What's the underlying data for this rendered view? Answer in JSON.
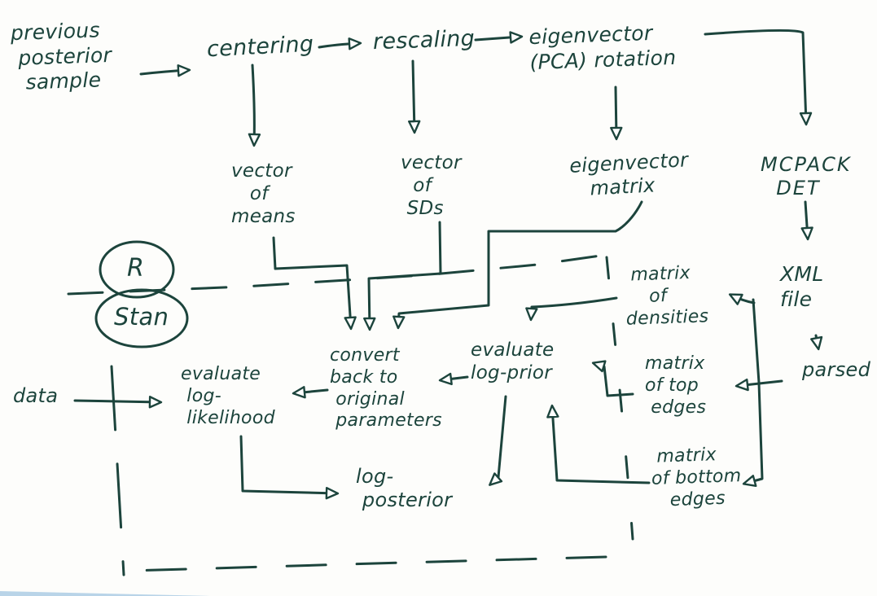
{
  "ink_color": "#1c443c",
  "regions": {
    "top_environment": "R",
    "bottom_environment": "Stan"
  },
  "nodes": {
    "previous_posterior_sample": "previous\n posterior\n  sample",
    "centering": "centering",
    "rescaling": "rescaling",
    "eigenvector_rotation": "eigenvector\n(PCA) rotation",
    "vector_of_means": "vector\n   of\nmeans",
    "vector_of_sds": "vector\n  of\n SDs",
    "eigenvector_matrix": "eigenvector\n   matrix",
    "mcpack_det": "MCPACK\n  DET",
    "r_label": "R",
    "stan_label": "Stan",
    "xml_file": "XML\nfile",
    "matrix_of_densities": " matrix\n    of\ndensities",
    "parsed": "parsed",
    "matrix_of_top_edges": "matrix\nof top\n edges",
    "matrix_of_bottom_edges": " matrix\nof bottom\n   edges",
    "convert_back": "convert\nback to\n original\n parameters",
    "evaluate_log_prior": "evaluate\nlog-prior",
    "evaluate_log_likelihood": "evaluate\n log-\n likelihood",
    "data": "data",
    "log_posterior": "log-\n posterior"
  },
  "edges": [
    {
      "from": "previous posterior sample",
      "to": "centering"
    },
    {
      "from": "centering",
      "to": "rescaling"
    },
    {
      "from": "rescaling",
      "to": "eigenvector (PCA) rotation"
    },
    {
      "from": "eigenvector (PCA) rotation",
      "to": "MCPACK DET"
    },
    {
      "from": "centering",
      "to": "vector of means"
    },
    {
      "from": "rescaling",
      "to": "vector of SDs"
    },
    {
      "from": "eigenvector (PCA) rotation",
      "to": "eigenvector matrix"
    },
    {
      "from": "MCPACK DET",
      "to": "XML file"
    },
    {
      "from": "XML file",
      "to": "parsed"
    },
    {
      "from": "parsed",
      "to": "matrix of top edges"
    },
    {
      "from": "parsed",
      "to": "matrix of densities"
    },
    {
      "from": "parsed",
      "to": "matrix of bottom edges"
    },
    {
      "from": "vector of means",
      "to": "convert back to original parameters"
    },
    {
      "from": "vector of SDs",
      "to": "convert back to original parameters"
    },
    {
      "from": "eigenvector matrix",
      "to": "convert back to original parameters"
    },
    {
      "from": "matrix of densities",
      "to": "evaluate log-prior"
    },
    {
      "from": "matrix of top edges",
      "to": "evaluate log-prior"
    },
    {
      "from": "matrix of bottom edges",
      "to": "evaluate log-prior"
    },
    {
      "from": "evaluate log-prior",
      "to": "convert back to original parameters"
    },
    {
      "from": "convert back to original parameters",
      "to": "evaluate log-likelihood"
    },
    {
      "from": "data",
      "to": "evaluate log-likelihood"
    },
    {
      "from": "evaluate log-likelihood",
      "to": "log-posterior"
    },
    {
      "from": "evaluate log-prior",
      "to": "log-posterior"
    }
  ]
}
